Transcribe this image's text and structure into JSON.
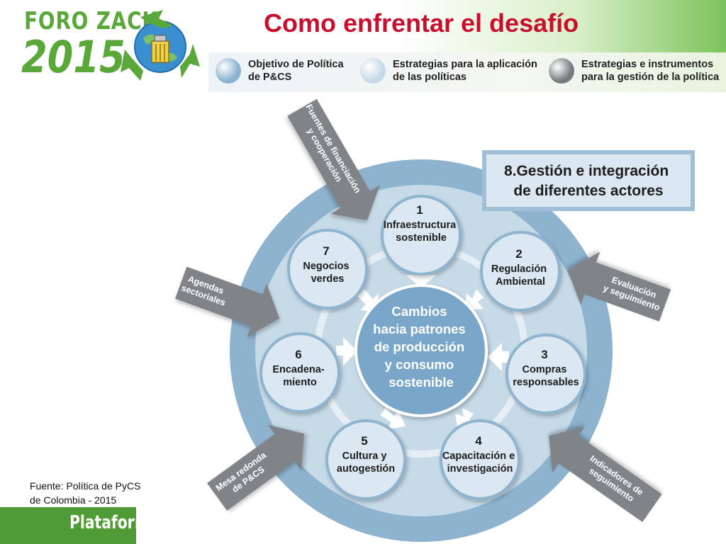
{
  "header": {
    "logo_line1": "FORO ZACK",
    "logo_line2": "2015",
    "title": "Como enfrentar el desafío"
  },
  "legend": [
    {
      "text": "Objetivo de Política\nde P&CS",
      "color": "#8cb2cf"
    },
    {
      "text": "Estrategias para la aplicación\nde las políticas",
      "color": "#c5d9e8"
    },
    {
      "text": "Estrategias e instrumentos\npara la gestión de la política",
      "color": "#777b80"
    }
  ],
  "diagram": {
    "center": [
      "Cambios",
      "hacia patrones",
      "de producción",
      "y consumo",
      "sostenible"
    ],
    "strategies": [
      {
        "num": "1",
        "lines": [
          "Infraestructura",
          "sostenible"
        ]
      },
      {
        "num": "2",
        "lines": [
          "Regulación",
          "Ambiental"
        ]
      },
      {
        "num": "3",
        "lines": [
          "Compras",
          "responsables"
        ]
      },
      {
        "num": "4",
        "lines": [
          "Capacitación e",
          "investigación"
        ]
      },
      {
        "num": "5",
        "lines": [
          "Cultura y",
          "autogestión"
        ]
      },
      {
        "num": "6",
        "lines": [
          "Encadena-",
          "miento"
        ]
      },
      {
        "num": "7",
        "lines": [
          "Negocios",
          "verdes"
        ]
      }
    ],
    "gestion": [
      "8.Gestión e integración",
      "de diferentes actores"
    ],
    "instruments": [
      {
        "lines": [
          "Fuentes de financiación",
          "y cooperación"
        ]
      },
      {
        "lines": [
          "Agendas",
          "sectoriales"
        ]
      },
      {
        "lines": [
          "Mesa redonda",
          "de P&CS"
        ]
      },
      {
        "lines": [
          "Evaluación",
          "y seguimiento"
        ]
      },
      {
        "lines": [
          "Indicadores de",
          "seguimiento"
        ]
      }
    ],
    "colors": {
      "outer_ring": "#8db3cf",
      "inner_disc": "#c6dae8",
      "circle_fill": "#dbe8f2",
      "circle_stroke": "#8fb4cf",
      "center_fill": "#7aa7c9",
      "instrument_arrow": "#808489",
      "text_dark": "#1d1d1d"
    }
  },
  "source": "Fuente: Política de PyCS\nde Colombia - 2015",
  "footer": {
    "label": "Plataforma d"
  }
}
